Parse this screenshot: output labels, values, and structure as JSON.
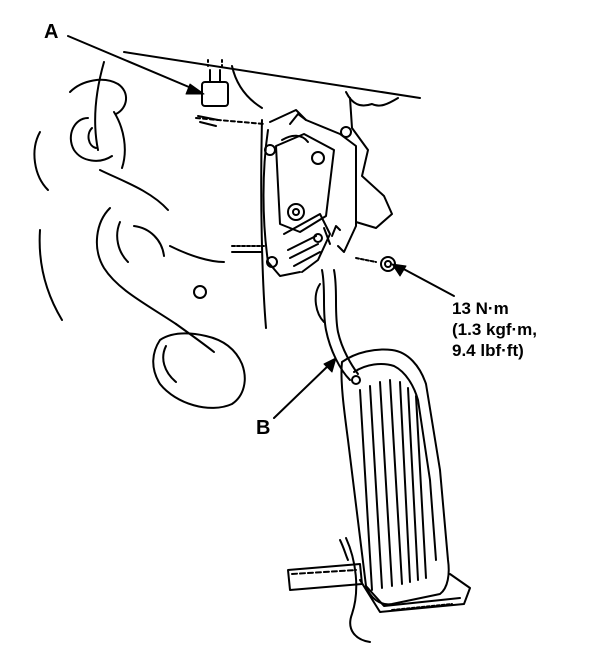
{
  "labels": {
    "a": "A",
    "b": "B"
  },
  "torque_spec": {
    "line1": "13 N·m",
    "line2": "(1.3 kgf·m,",
    "line3": "9.4 lbf·ft)"
  },
  "colors": {
    "ink": "#000000",
    "paper": "#ffffff"
  }
}
